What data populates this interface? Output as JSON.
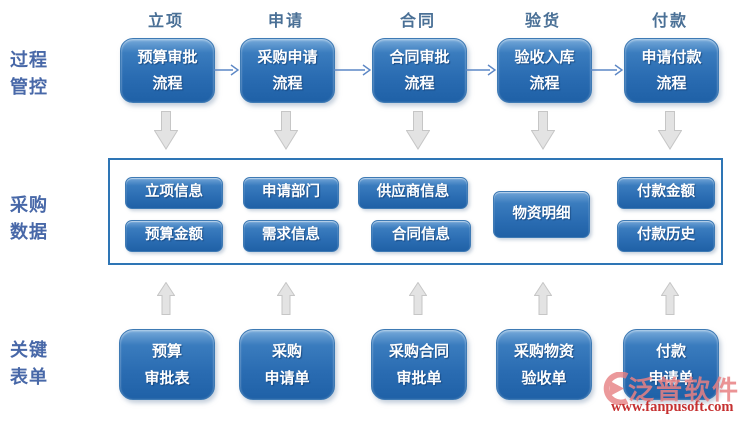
{
  "diagram": {
    "section_labels": [
      {
        "l1": "过程",
        "l2": "管控"
      },
      {
        "l1": "采购",
        "l2": "数据"
      },
      {
        "l1": "关键",
        "l2": "表单"
      }
    ],
    "column_headers": [
      "立项",
      "申请",
      "合同",
      "验货",
      "付款"
    ],
    "process_boxes": [
      {
        "l1": "预算审批",
        "l2": "流程"
      },
      {
        "l1": "采购申请",
        "l2": "流程"
      },
      {
        "l1": "合同审批",
        "l2": "流程"
      },
      {
        "l1": "验收入库",
        "l2": "流程"
      },
      {
        "l1": "申请付款",
        "l2": "流程"
      }
    ],
    "data_chips": [
      "立项信息",
      "预算金额",
      "申请部门",
      "需求信息",
      "供应商信息",
      "合同信息",
      "物资明细",
      "付款金额",
      "付款历史"
    ],
    "form_boxes": [
      {
        "l1": "预算",
        "l2": "审批表"
      },
      {
        "l1": "采购",
        "l2": "申请单"
      },
      {
        "l1": "采购合同",
        "l2": "审批单"
      },
      {
        "l1": "采购物资",
        "l2": "验收单"
      },
      {
        "l1": "付款",
        "l2": "申请单"
      }
    ],
    "colors": {
      "box_blue": "#2a6cb2",
      "panel_border": "#2e75b5",
      "connector_blue": "#5c87c5",
      "arrow_gray": "#dedede",
      "header_text": "#4a7096",
      "label_text": "#4868a8",
      "watermark_pink": "#e78083",
      "watermark_red": "#c53030"
    },
    "watermark": {
      "brand": "泛普软件",
      "website": "www.fanpusoft.com"
    }
  }
}
